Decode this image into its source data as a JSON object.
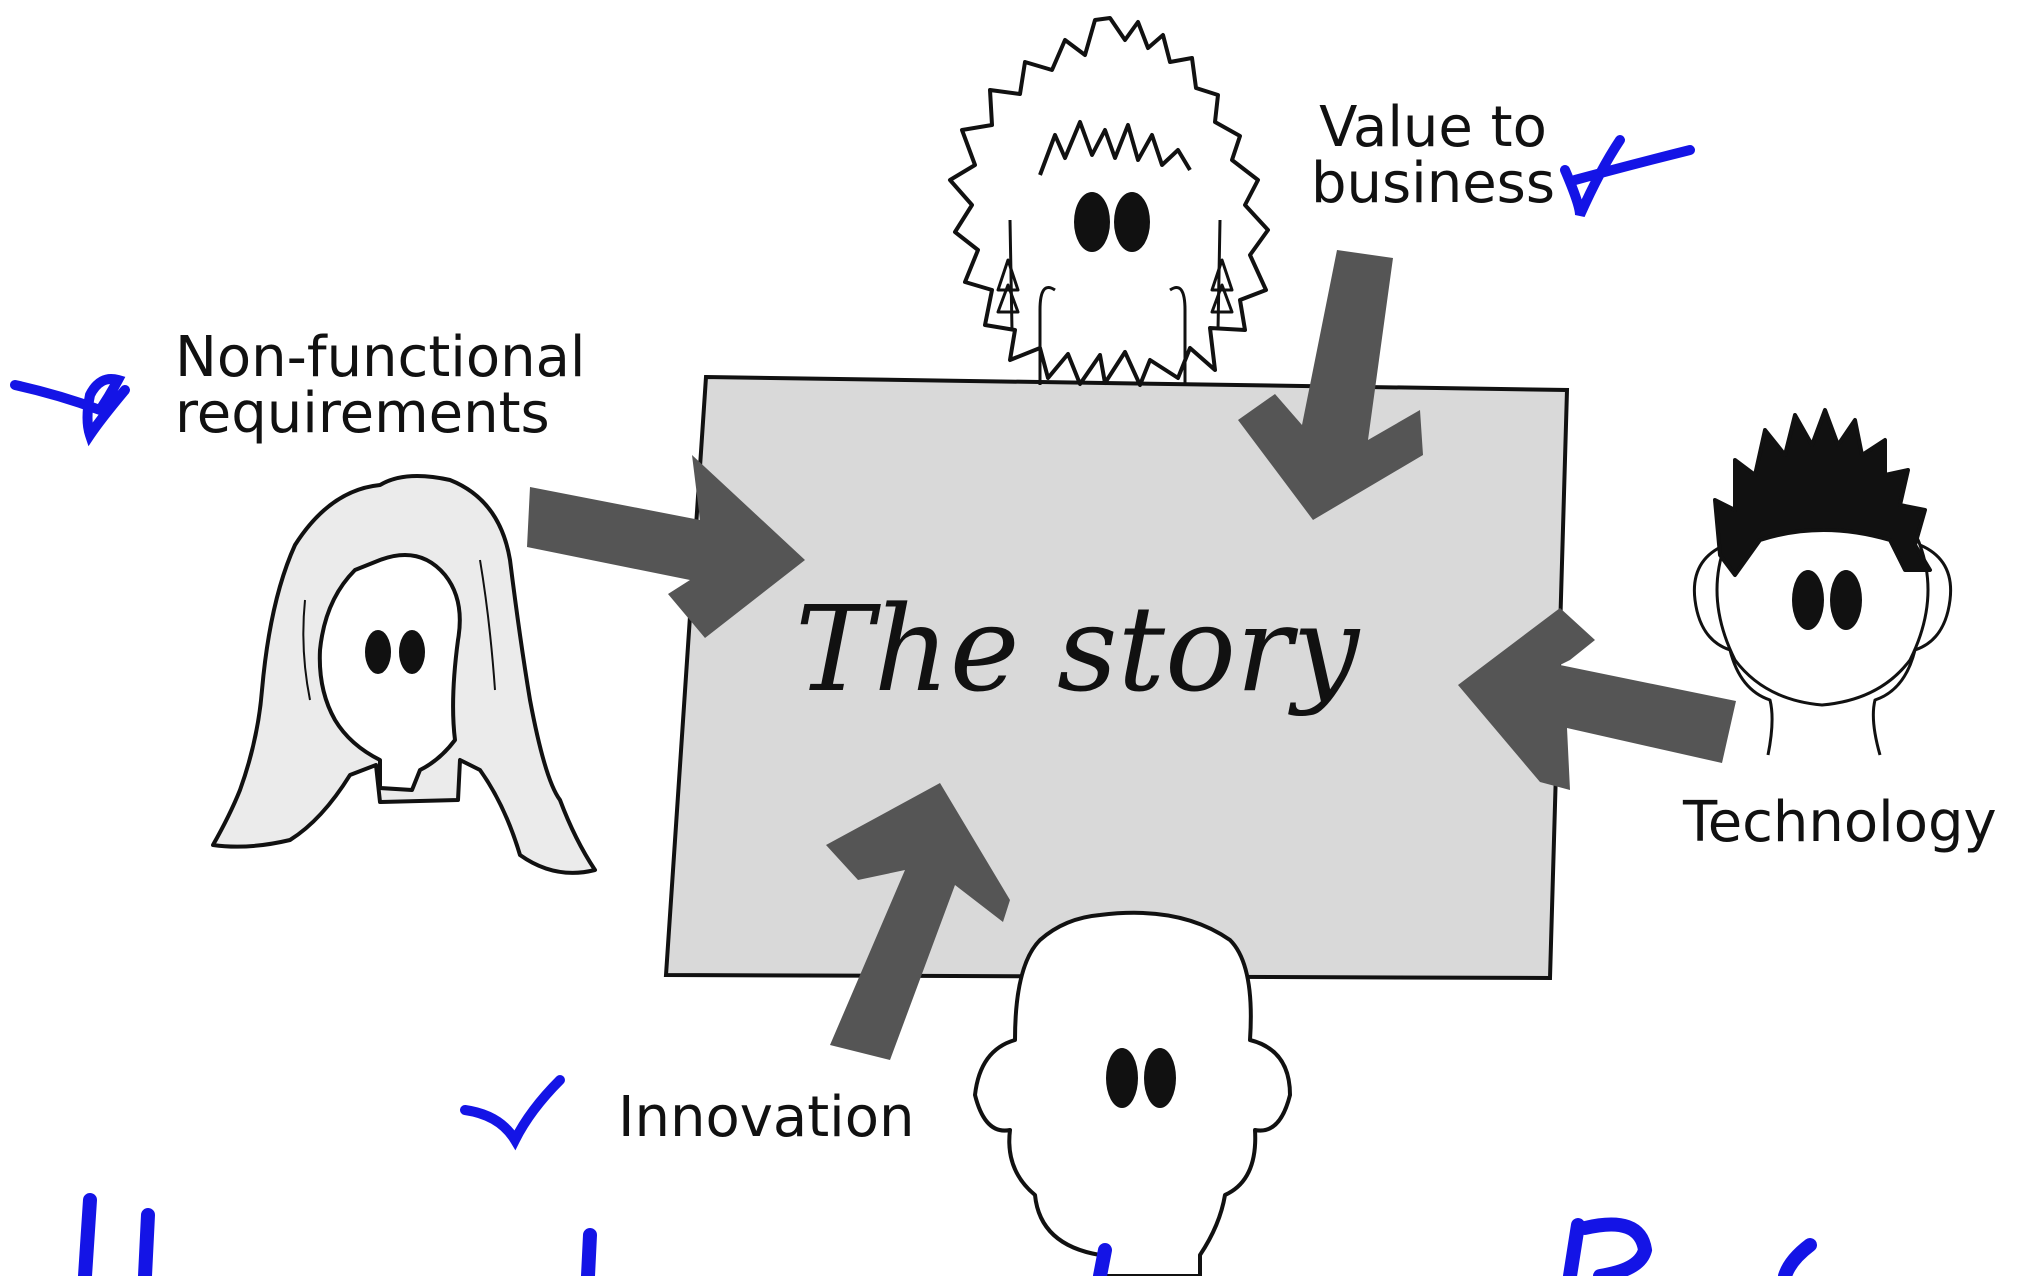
{
  "center": {
    "title": "The story"
  },
  "labels": {
    "value_to_business": [
      "Value to",
      "business"
    ],
    "non_functional": [
      "Non-functional",
      "requirements"
    ],
    "technology": "Technology",
    "innovation": "Innovation"
  },
  "colors": {
    "story_box_fill": "#d9d9d9",
    "arrow_fill": "#555555",
    "ink": "#111111",
    "check_ink": "#1414e6",
    "hair_gray": "#ebebeb"
  },
  "annotations": {
    "checkmarks": [
      "value-to-business",
      "non-functional-requirements",
      "innovation"
    ]
  }
}
